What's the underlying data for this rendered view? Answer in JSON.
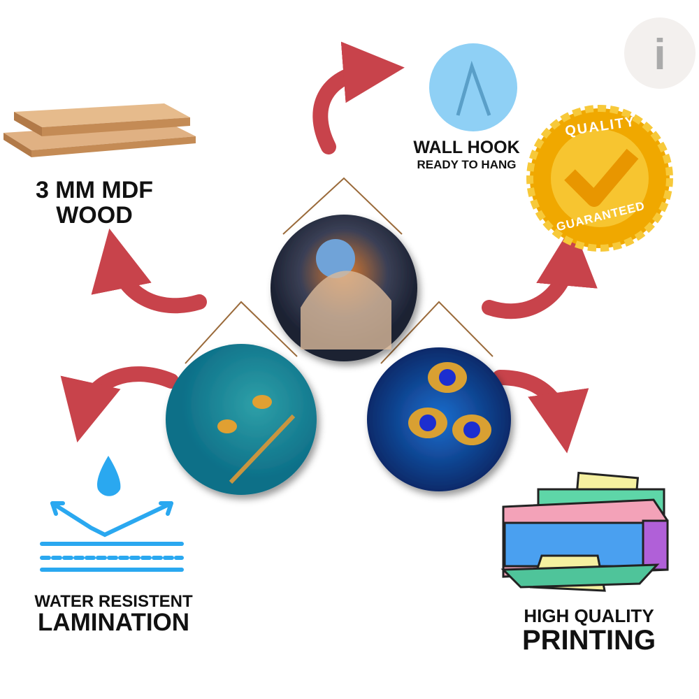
{
  "logo": {
    "letter": "i"
  },
  "features": {
    "wood": {
      "line1": "3 MM MDF",
      "line2": "WOOD"
    },
    "hook": {
      "title": "WALL HOOK",
      "subtitle": "READY TO HANG"
    },
    "quality": {
      "top": "QUALITY",
      "bottom": "GUARANTEED"
    },
    "water": {
      "line1": "WATER RESISTENT",
      "line2": "LAMINATION"
    },
    "printing": {
      "line1": "HIGH QUALITY",
      "line2": "PRINTING"
    }
  },
  "colors": {
    "arrow": "#c8434b",
    "water_icon": "#2aa8f0",
    "badge": "#f5b400",
    "hook": "#8fd0f5"
  }
}
